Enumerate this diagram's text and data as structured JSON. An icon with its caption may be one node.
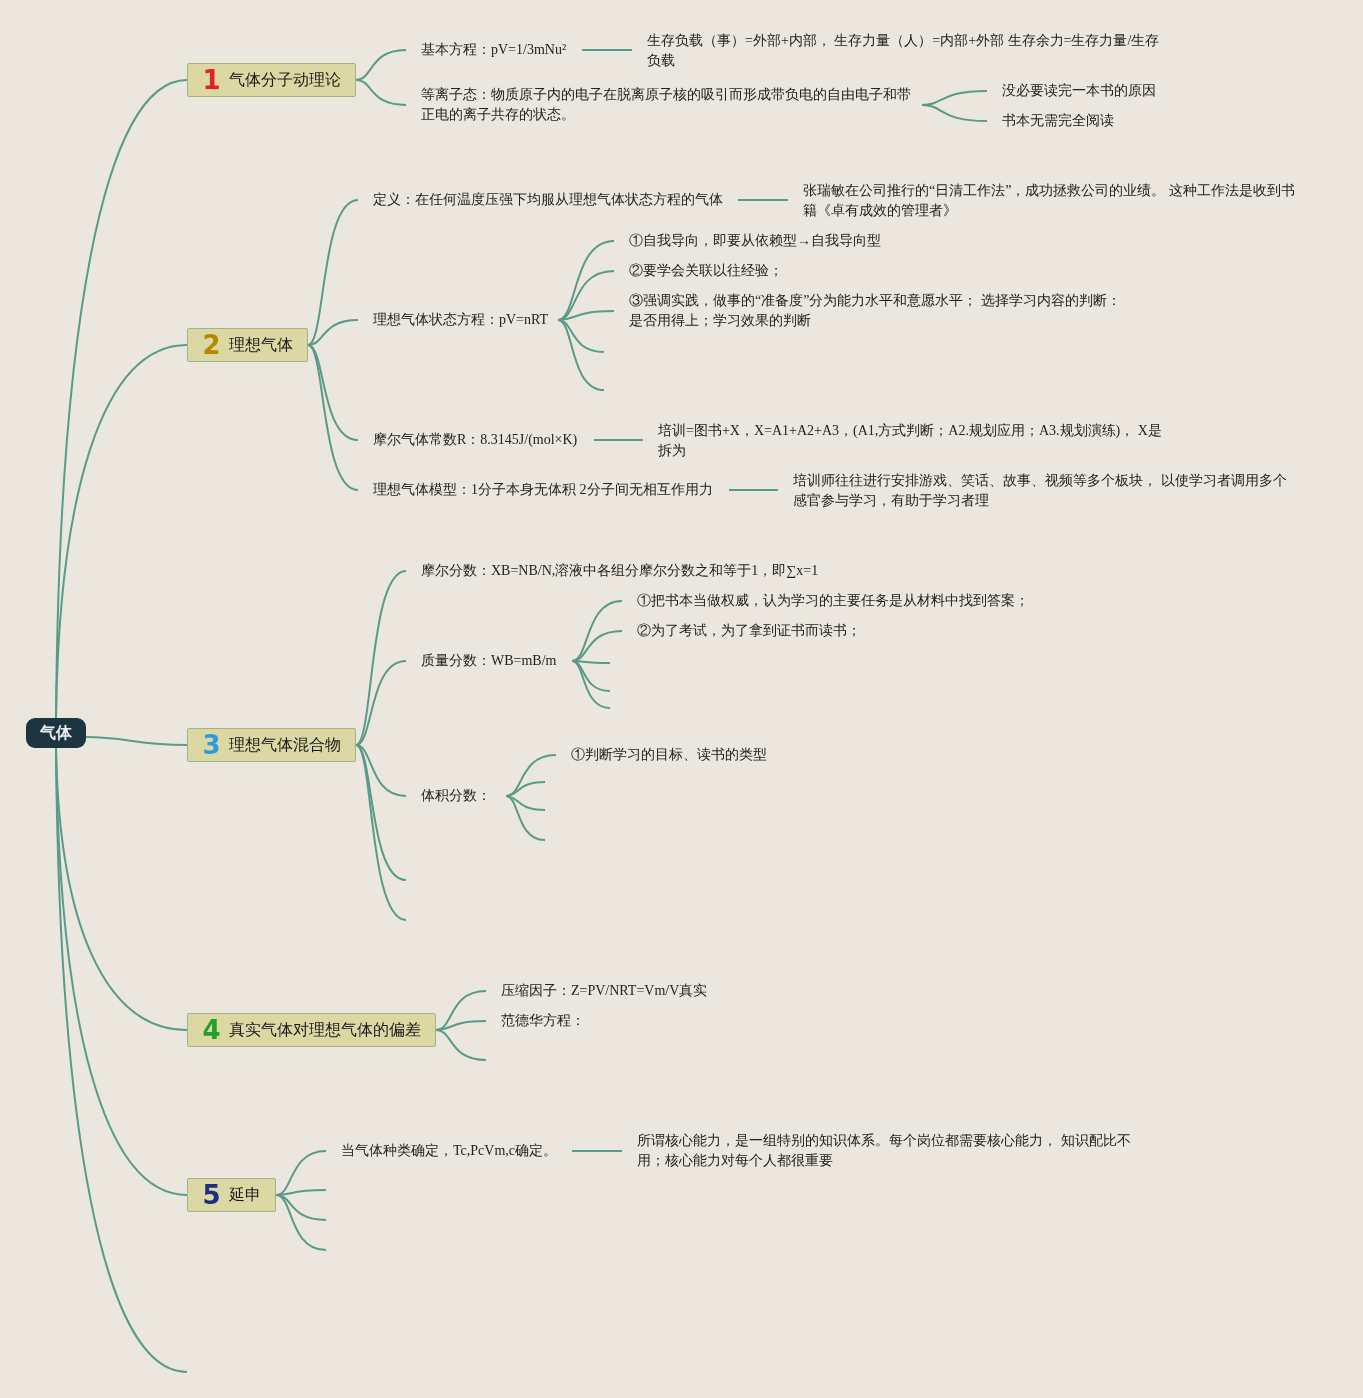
{
  "diagram": {
    "nodes": [
      {
        "text": [
          "气体"
        ]
      },
      {
        "text": [
          "1",
          "气体分子动理论"
        ]
      },
      {
        "text": [
          "基本方程：pV=1/3mNu²"
        ]
      },
      {
        "text": [
          "生存负载（事）=外部+内部， 生存力量（人）=内部+外部 生存余力=生存力量/生存负载"
        ]
      },
      {
        "text": [
          "等离子态：物质原子内的电子在脱离原子核的吸引而形成带负电的自由电子和带正电的离子共存的状态。"
        ]
      },
      {
        "text": [
          "没必要读完一本书的原因"
        ]
      },
      {
        "text": [
          "书本无需完全阅读"
        ]
      },
      {
        "text": [
          "2",
          "理想气体"
        ]
      },
      {
        "text": [
          "定义：在任何温度压强下均服从理想气体状态方程的气体"
        ]
      },
      {
        "text": [
          "张瑞敏在公司推行的“日清工作法”，成功拯救公司的业绩。 这种工作法是收到书籍《卓有成效的管理者》"
        ]
      },
      {
        "text": [
          "理想气体状态方程：pV=nRT"
        ]
      },
      {
        "text": [
          "①自我导向，即要从依赖型→自我导向型"
        ]
      },
      {
        "text": [
          "②要学会关联以往经验；"
        ]
      },
      {
        "text": [
          "③强调实践，做事的“准备度”分为能力水平和意愿水平； 选择学习内容的判断：是否用得上；学习效果的判断"
        ]
      },
      {
        "text": [
          "摩尔气体常数R：8.3145J/(mol×K)"
        ]
      },
      {
        "text": [
          "培训=图书+X，X=A1+A2+A3，(A1,方式判断；A2.规划应用；A3.规划演练)， X是拆为"
        ]
      },
      {
        "text": [
          "理想气体模型：1分子本身无体积 2分子间无相互作用力"
        ]
      },
      {
        "text": [
          "培训师往往进行安排游戏、笑话、故事、视频等多个板块， 以使学习者调用多个感官参与学习，有助于学习者理"
        ]
      },
      {
        "text": [
          "3",
          "理想气体混合物"
        ]
      },
      {
        "text": [
          "摩尔分数：XB=NB/N,溶液中各组分摩尔分数之和等于1，即∑x=1"
        ]
      },
      {
        "text": [
          "质量分数：WB=mB/m"
        ]
      },
      {
        "text": [
          "①把书本当做权威，认为学习的主要任务是从材料中找到答案；"
        ]
      },
      {
        "text": [
          "②为了考试，为了拿到证书而读书；"
        ]
      },
      {
        "text": [
          "体积分数："
        ]
      },
      {
        "text": [
          "①判断学习的目标、读书的类型"
        ]
      },
      {
        "text": [
          "4",
          "真实气体对理想气体的偏差"
        ]
      },
      {
        "text": [
          "压缩因子：Z=PV/NRT=Vm/V真实"
        ]
      },
      {
        "text": [
          "范德华方程："
        ]
      },
      {
        "text": [
          "5",
          "延申"
        ]
      },
      {
        "text": [
          "当气体种类确定，Tc,PcVm,c确定。"
        ]
      },
      {
        "text": [
          "所谓核心能力，是一组特别的知识体系。每个岗位都需要核心能力， 知识配比不用；核心能力对每个人都很重要"
        ]
      }
    ],
    "edges": [
      {
        "from": 0,
        "to": 1,
        "arrow": "none"
      },
      {
        "from": 0,
        "to": 7,
        "arrow": "none"
      },
      {
        "from": 0,
        "to": 18,
        "arrow": "none"
      },
      {
        "from": 0,
        "to": 25,
        "arrow": "none"
      },
      {
        "from": 0,
        "to": 28,
        "arrow": "none"
      },
      {
        "from": 0,
        "to": null,
        "arrow": "none"
      },
      {
        "from": 1,
        "to": 2,
        "arrow": "none"
      },
      {
        "from": 1,
        "to": 4,
        "arrow": "none"
      },
      {
        "from": 2,
        "to": 3,
        "arrow": "none"
      },
      {
        "from": 4,
        "to": 5,
        "arrow": "none"
      },
      {
        "from": 4,
        "to": 6,
        "arrow": "none"
      },
      {
        "from": 7,
        "to": 8,
        "arrow": "none"
      },
      {
        "from": 7,
        "to": 10,
        "arrow": "none"
      },
      {
        "from": 7,
        "to": 14,
        "arrow": "none"
      },
      {
        "from": 7,
        "to": 16,
        "arrow": "none"
      },
      {
        "from": 8,
        "to": 9,
        "arrow": "none"
      },
      {
        "from": 10,
        "to": 11,
        "arrow": "none"
      },
      {
        "from": 10,
        "to": 12,
        "arrow": "none"
      },
      {
        "from": 10,
        "to": 13,
        "arrow": "none"
      },
      {
        "from": 10,
        "to": null,
        "arrow": "none"
      },
      {
        "from": 10,
        "to": null,
        "arrow": "none"
      },
      {
        "from": 14,
        "to": 15,
        "arrow": "none"
      },
      {
        "from": 16,
        "to": 17,
        "arrow": "none"
      },
      {
        "from": 18,
        "to": 19,
        "arrow": "none"
      },
      {
        "from": 18,
        "to": 20,
        "arrow": "none"
      },
      {
        "from": 18,
        "to": 23,
        "arrow": "none"
      },
      {
        "from": 18,
        "to": null,
        "arrow": "none"
      },
      {
        "from": 18,
        "to": null,
        "arrow": "none"
      },
      {
        "from": 20,
        "to": 21,
        "arrow": "none"
      },
      {
        "from": 20,
        "to": 22,
        "arrow": "none"
      },
      {
        "from": 20,
        "to": null,
        "arrow": "none"
      },
      {
        "from": 20,
        "to": null,
        "arrow": "none"
      },
      {
        "from": 20,
        "to": null,
        "arrow": "none"
      },
      {
        "from": 23,
        "to": 24,
        "arrow": "none"
      },
      {
        "from": 23,
        "to": null,
        "arrow": "none"
      },
      {
        "from": 23,
        "to": null,
        "arrow": "none"
      },
      {
        "from": 23,
        "to": null,
        "arrow": "none"
      },
      {
        "from": 25,
        "to": 26,
        "arrow": "none"
      },
      {
        "from": 25,
        "to": 27,
        "arrow": "none"
      },
      {
        "from": 25,
        "to": null,
        "arrow": "none"
      },
      {
        "from": 28,
        "to": 29,
        "arrow": "none"
      },
      {
        "from": 28,
        "to": null,
        "arrow": "none"
      },
      {
        "from": 28,
        "to": null,
        "arrow": "none"
      },
      {
        "from": 28,
        "to": null,
        "arrow": "none"
      },
      {
        "from": 29,
        "to": 30,
        "arrow": "none"
      }
    ]
  }
}
